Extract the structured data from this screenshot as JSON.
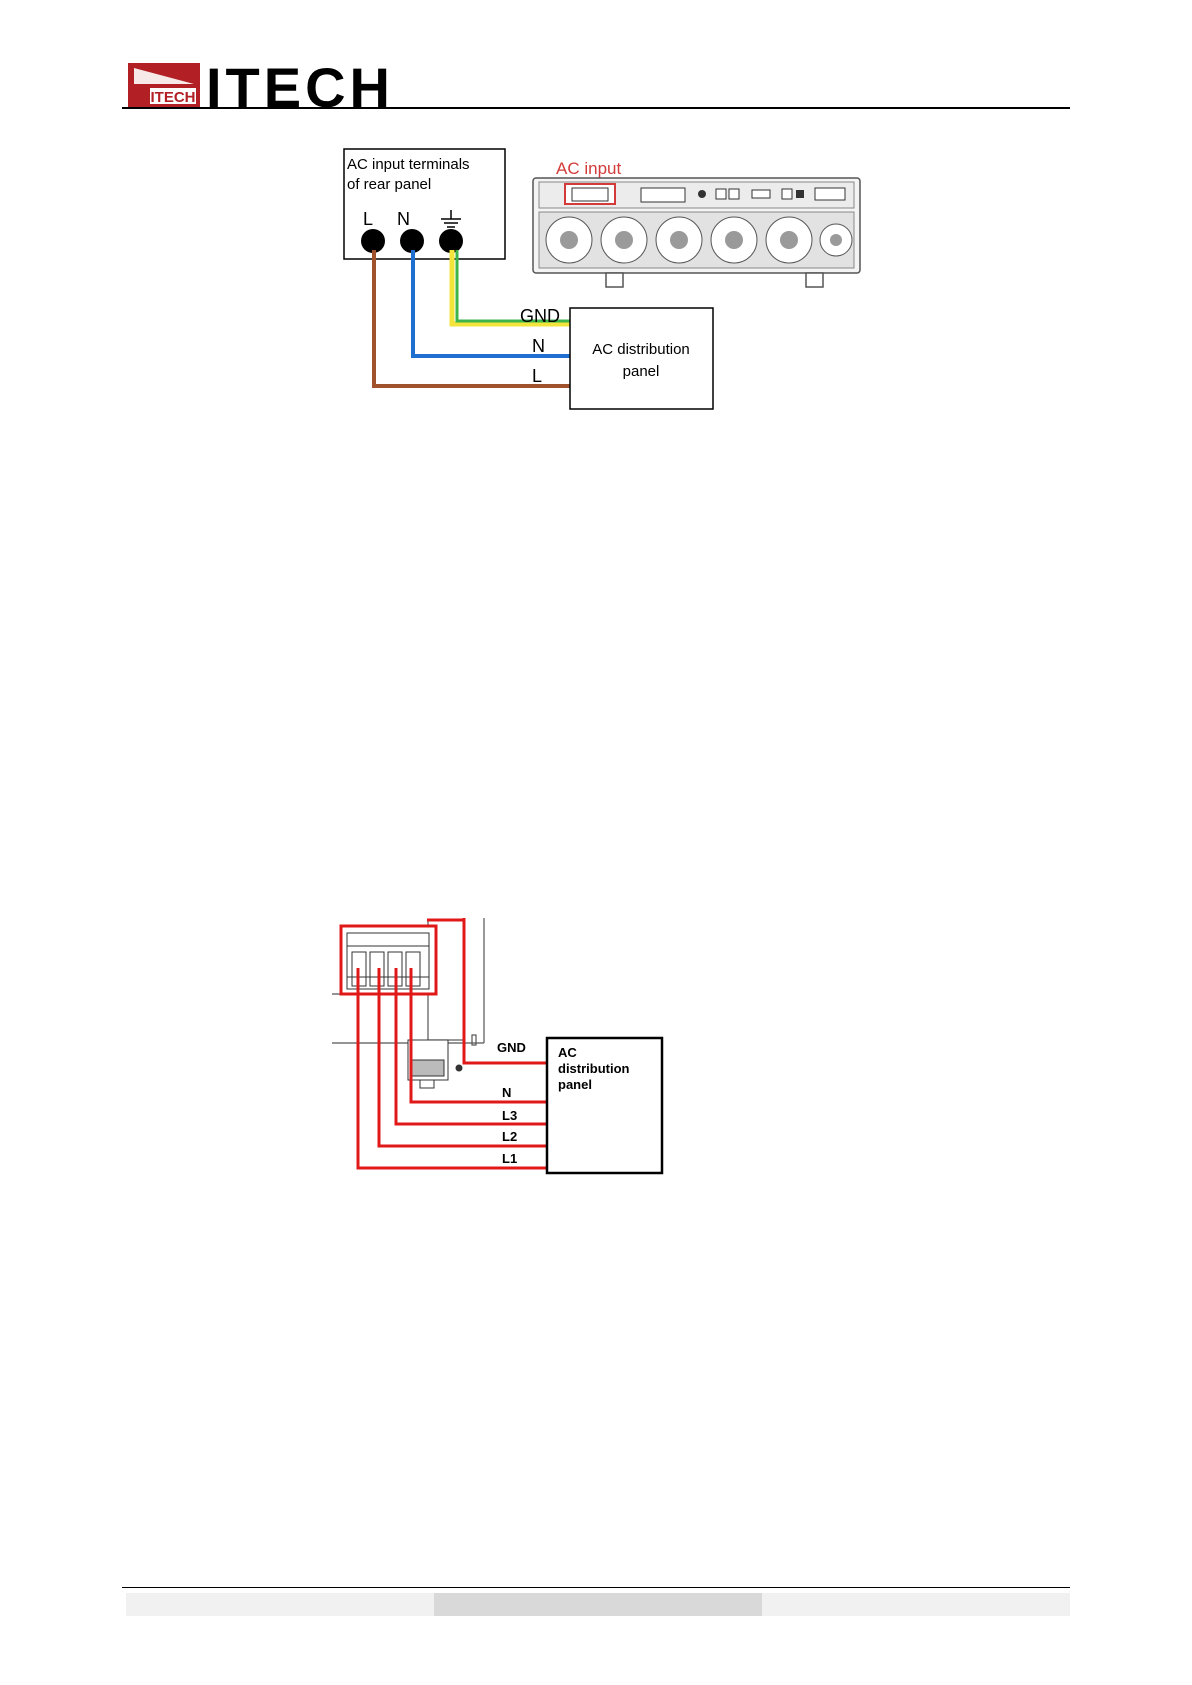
{
  "header": {
    "logo_text": "ITECH",
    "logo_badge_text": "ITECH",
    "brand_color": "#b21f24"
  },
  "diagram_single_phase": {
    "terminal_box_title_line1": "AC input terminals",
    "terminal_box_title_line2": "of rear panel",
    "terminal_labels": [
      "L",
      "N"
    ],
    "ground_icon": "ground-symbol-icon",
    "ac_input_label": "AC input",
    "wire_labels": [
      "GND",
      "N",
      "L"
    ],
    "distribution_panel_line1": "AC distribution",
    "distribution_panel_line2": "panel",
    "wire_colors": {
      "L": "#a0522d",
      "N": "#1f6fd1",
      "GND_outer": "#f2e43a",
      "GND_inner": "#3cb44a"
    }
  },
  "diagram_three_phase": {
    "wire_labels": [
      "GND",
      "N",
      "L3",
      "L2",
      "L1"
    ],
    "distribution_panel_line1": "AC",
    "distribution_panel_line2": "distribution",
    "distribution_panel_line3": "panel",
    "wire_color": "#e01818"
  }
}
